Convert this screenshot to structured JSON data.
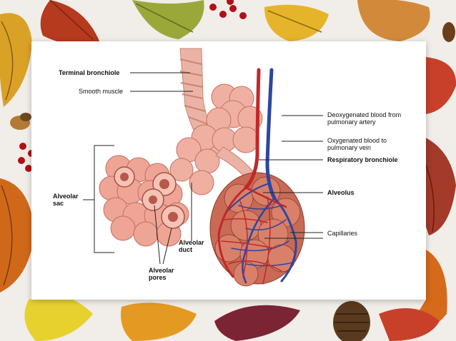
{
  "labels": {
    "terminal_bronchiole": "Terminal bronchiole",
    "smooth_muscle": "Smooth muscle",
    "deoxygenated_blood": [
      "Deoxygenated blood from",
      "pulmonary artery"
    ],
    "oxygenated_blood": [
      "Oxygenated blood to",
      "pulmonary vein"
    ],
    "respiratory_bronchiole": "Respiratory bronchiole",
    "alveolus": "Alveolus",
    "alveolar_sac": [
      "Alveolar",
      "sac"
    ],
    "capillaries": "Capillaries",
    "alveolar_duct": [
      "Alveolar",
      "duct"
    ],
    "alveolar_pores": [
      "Alveolar",
      "pores"
    ]
  },
  "colors": {
    "alveoli": "#e9a394",
    "alveoli_shade": "#c9705f",
    "bronchiole": "#eab3a6",
    "artery_blue": "#2c46a0",
    "vein_red": "#c0282a",
    "leader_line": "#222222"
  }
}
